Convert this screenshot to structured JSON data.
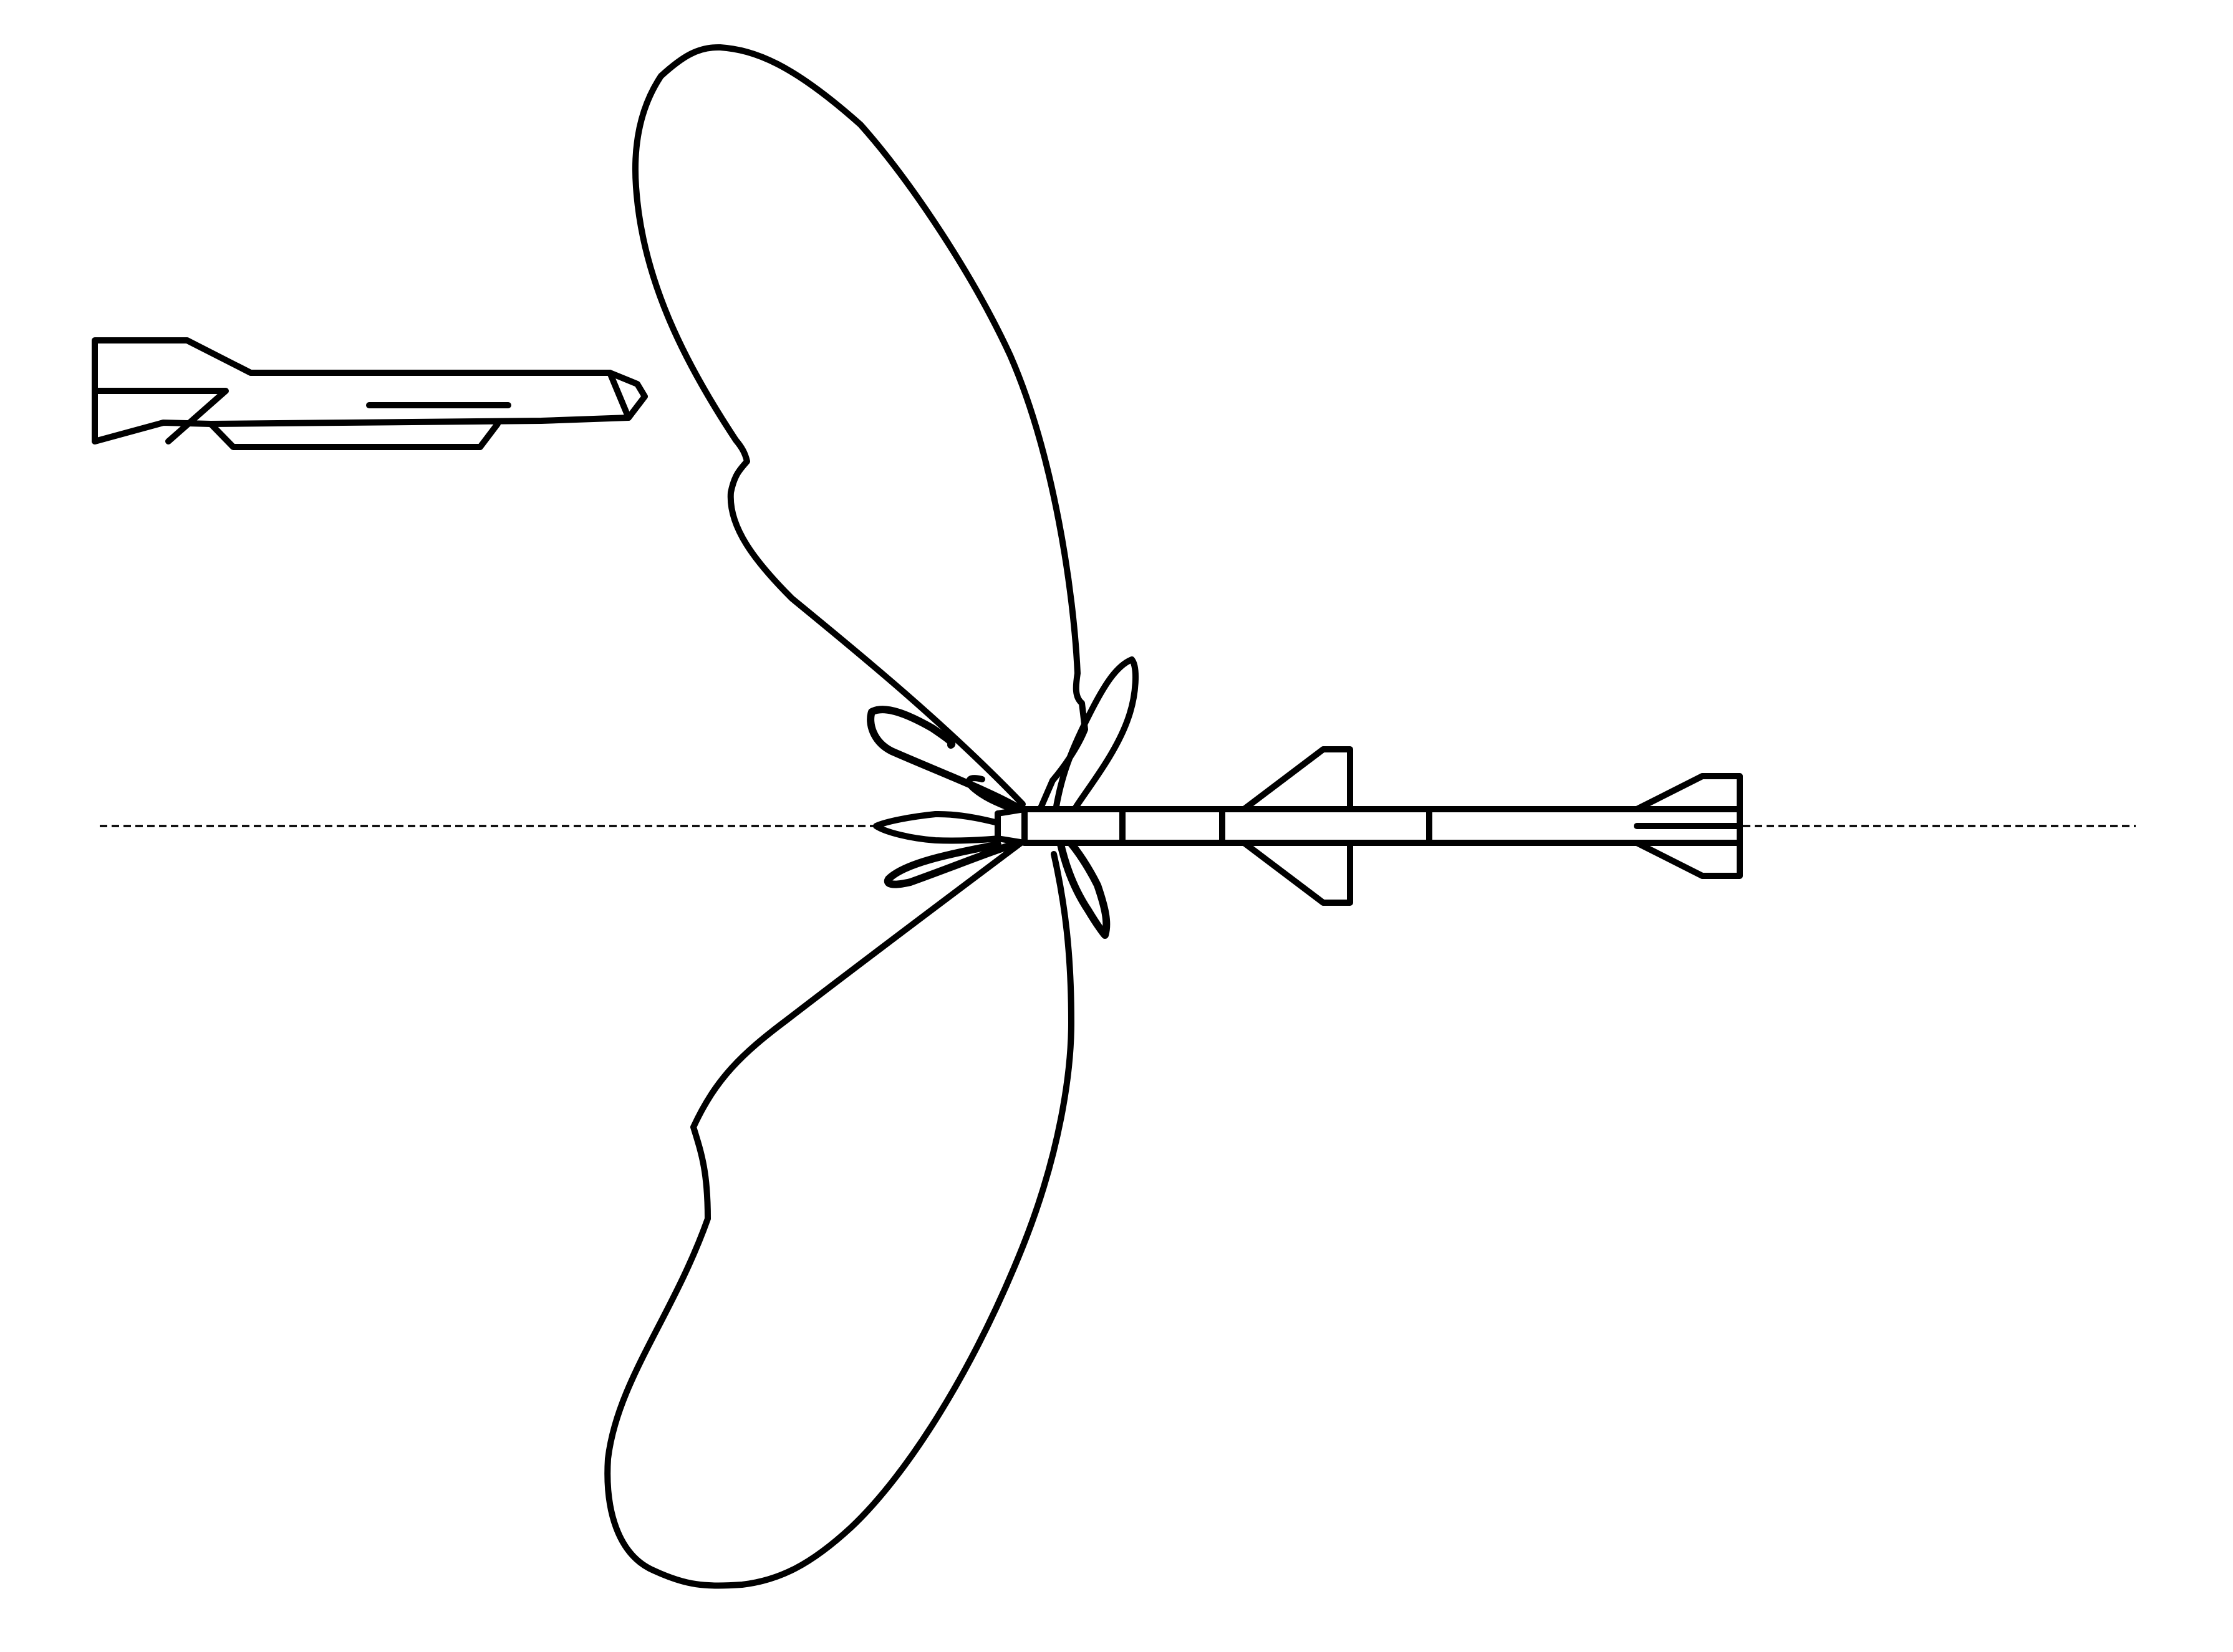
{
  "diagram": {
    "colors": {
      "background": "#ffffff",
      "stroke": "#000000"
    },
    "elements": [
      "target-aircraft",
      "missile",
      "radiation-pattern-main-lobe-upper",
      "radiation-pattern-main-lobe-lower",
      "radiation-pattern-side-lobes",
      "missile-axis-line"
    ]
  }
}
